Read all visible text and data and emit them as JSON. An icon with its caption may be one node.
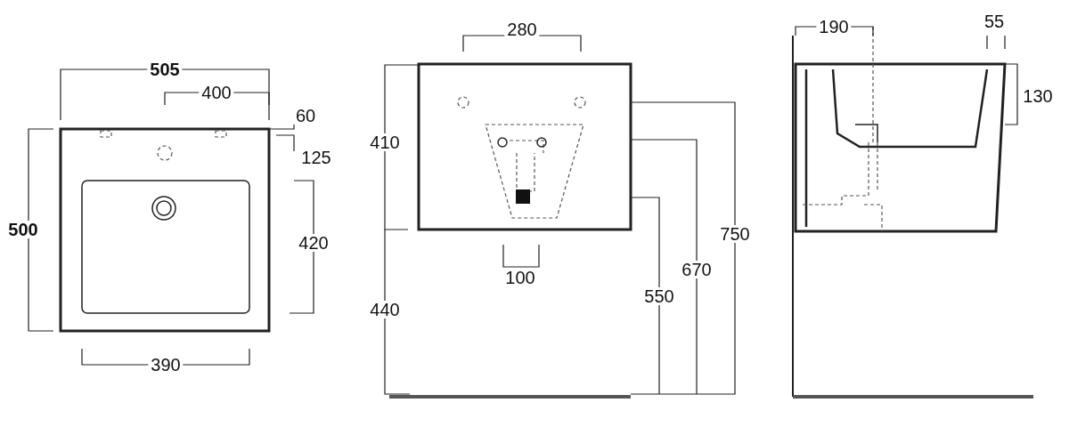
{
  "diagram": {
    "labels": [
      "505",
      "400",
      "60",
      "125",
      "500",
      "420",
      "390",
      "280",
      "410",
      "100",
      "440",
      "550",
      "670",
      "750",
      "190",
      "55",
      "130"
    ]
  }
}
